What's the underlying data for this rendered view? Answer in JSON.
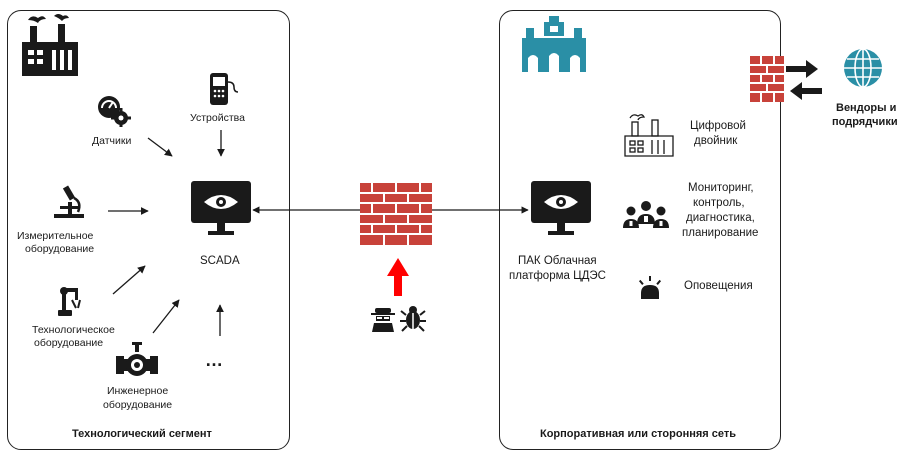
{
  "left_segment": {
    "title": "Технологический сегмент",
    "sensors": "Датчики",
    "devices": "Устройства",
    "measuring": [
      "Измерительное",
      "оборудование"
    ],
    "technological": [
      "Технологическое",
      "оборудование"
    ],
    "engineering": [
      "Инженерное",
      "оборудование"
    ],
    "scada": "SCADA",
    "ellipsis": "…"
  },
  "right_segment": {
    "title": "Корпоративная или сторонняя сеть",
    "platform": [
      "ПАК Облачная",
      "платформа ЦДЭС"
    ],
    "twin": [
      "Цифровой",
      "двойник"
    ],
    "monitoring": [
      "Мониторинг,",
      "контроль,",
      "диагностика,",
      "планирование"
    ],
    "alerts": "Оповещения"
  },
  "vendors": [
    "Вендоры и",
    "подрядчики"
  ],
  "colors": {
    "teal": "#2a8fa6",
    "brick": "#c8423a",
    "threat_arrow": "#ff0000",
    "dark": "#1a1a1a"
  },
  "icons": [
    "factory-icon",
    "gauge-gears-icon",
    "device-icon",
    "microscope-icon",
    "robot-arm-icon",
    "valve-icon",
    "monitor-eye-icon",
    "firewall-icon",
    "hacker-icon",
    "bug-icon",
    "building-icon",
    "digital-twin-factory-icon",
    "team-icon",
    "alert-icon",
    "globe-icon"
  ]
}
